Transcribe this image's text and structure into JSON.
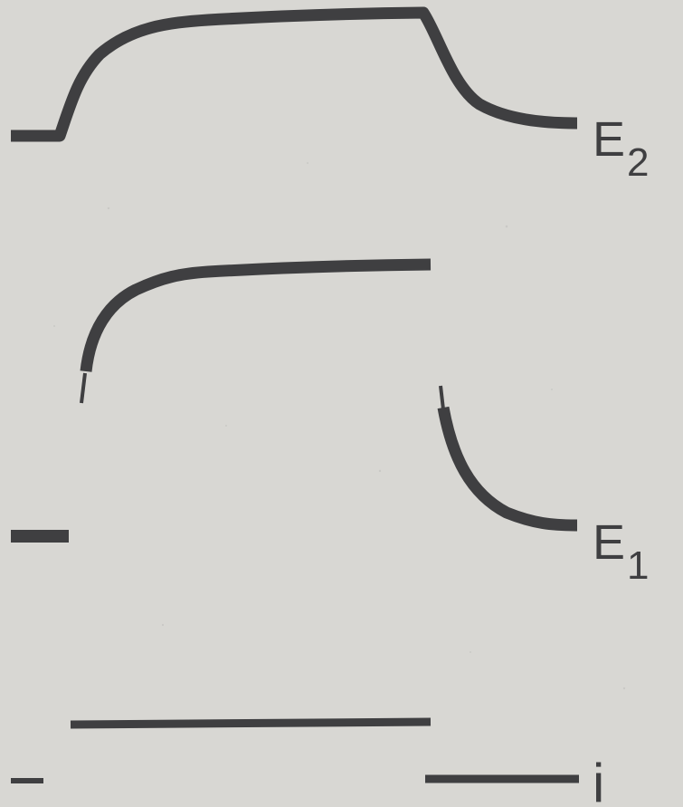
{
  "figure": {
    "ink_color": "#3f3f41",
    "background_color": "#d8d7d3",
    "traces": [
      {
        "id": "e2",
        "label_main": "E",
        "label_sub": "2"
      },
      {
        "id": "e1",
        "label_main": "E",
        "label_sub": "1"
      },
      {
        "id": "i",
        "label_main": "i",
        "label_sub": ""
      }
    ]
  }
}
